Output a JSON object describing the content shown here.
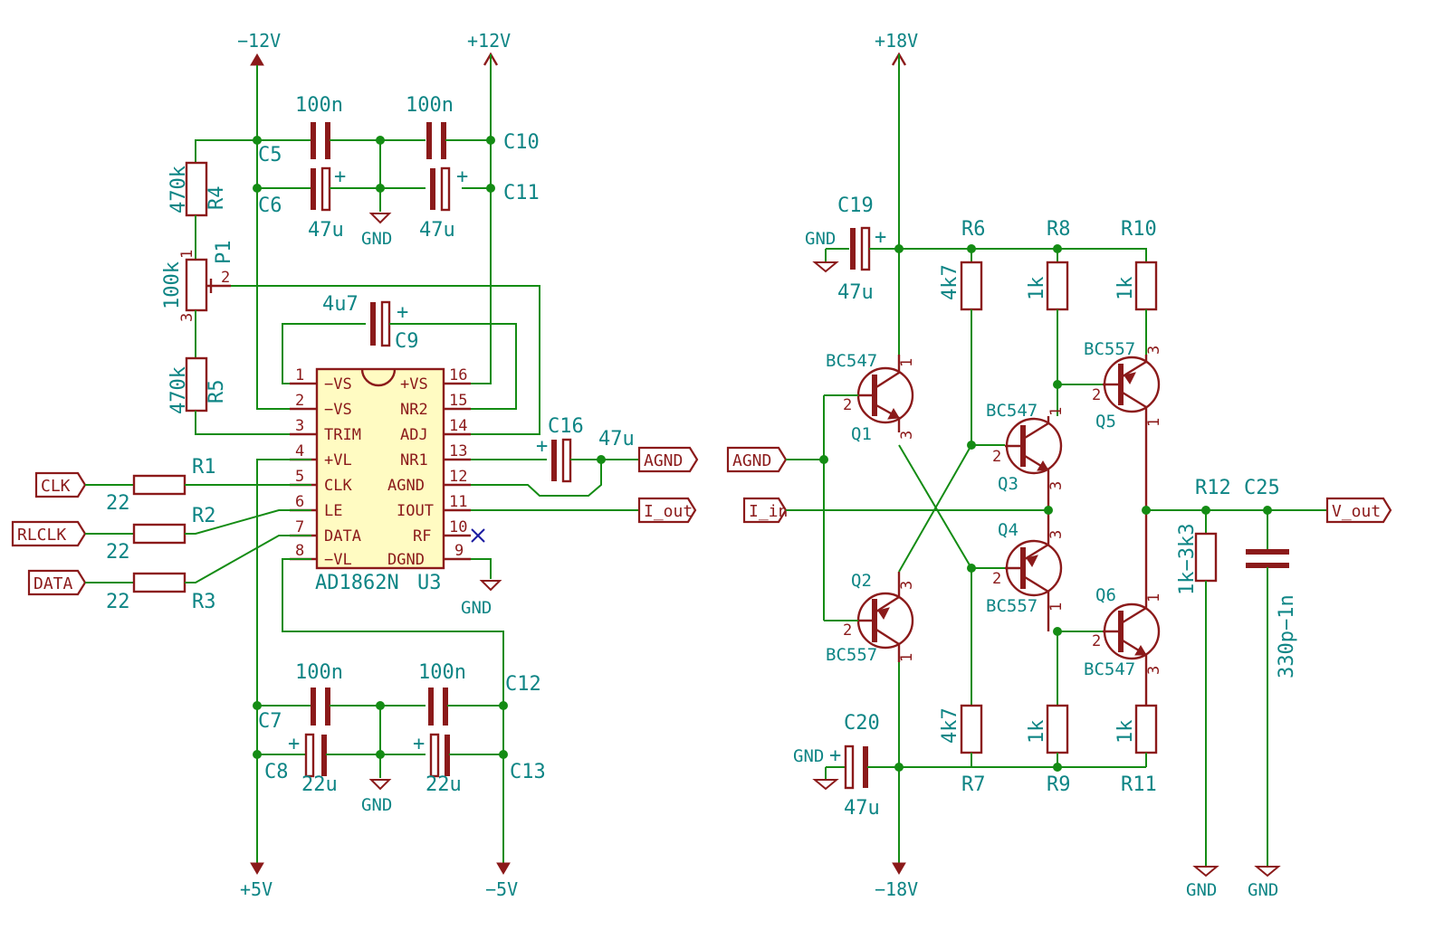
{
  "colors": {
    "wire": "#148c14",
    "body": "#8b1a1a",
    "text": "#0e8585",
    "ic_fill": "#fffbc2",
    "nc_mark": "#1a1aa0"
  },
  "rails": {
    "neg12": "−12V",
    "pos12": "+12V",
    "pos5": "+5V",
    "neg5": "−5V",
    "pos18": "+18V",
    "neg18": "−18V",
    "gnd": "GND"
  },
  "ic": {
    "name": "AD1862N",
    "ref": "U3",
    "left_pins": [
      {
        "num": "1",
        "name": "−VS"
      },
      {
        "num": "2",
        "name": "−VS"
      },
      {
        "num": "3",
        "name": "TRIM"
      },
      {
        "num": "4",
        "name": "+VL"
      },
      {
        "num": "5",
        "name": "CLK"
      },
      {
        "num": "6",
        "name": "LE"
      },
      {
        "num": "7",
        "name": "DATA"
      },
      {
        "num": "8",
        "name": "−VL"
      }
    ],
    "right_pins": [
      {
        "num": "16",
        "name": "+VS"
      },
      {
        "num": "15",
        "name": "NR2"
      },
      {
        "num": "14",
        "name": "ADJ"
      },
      {
        "num": "13",
        "name": "NR1"
      },
      {
        "num": "12",
        "name": "AGND"
      },
      {
        "num": "11",
        "name": "IOUT"
      },
      {
        "num": "10",
        "name": "RF"
      },
      {
        "num": "9",
        "name": "DGND"
      }
    ]
  },
  "capacitors": {
    "C5": {
      "ref": "C5",
      "value": "100n"
    },
    "C6": {
      "ref": "C6",
      "value": "47u"
    },
    "C10": {
      "ref": "C10",
      "value": "100n"
    },
    "C11": {
      "ref": "C11",
      "value": "47u"
    },
    "C7": {
      "ref": "C7",
      "value": "100n"
    },
    "C8": {
      "ref": "C8",
      "value": "22u"
    },
    "C12": {
      "ref": "C12",
      "value": "100n"
    },
    "C13": {
      "ref": "C13",
      "value": "22u"
    },
    "C9": {
      "ref": "C9",
      "value": "4u7"
    },
    "C16": {
      "ref": "C16",
      "value": "47u"
    },
    "C19": {
      "ref": "C19",
      "value": "47u"
    },
    "C20": {
      "ref": "C20",
      "value": "47u"
    },
    "C25": {
      "ref": "C25",
      "value": "330p−1n"
    }
  },
  "resistors": {
    "R4": {
      "ref": "R4",
      "value": "470k"
    },
    "R5": {
      "ref": "R5",
      "value": "470k"
    },
    "P1": {
      "ref": "P1",
      "value": "100k",
      "pin1": "1",
      "pin2": "2",
      "pin3": "3"
    },
    "R1": {
      "ref": "R1",
      "value": "22"
    },
    "R2": {
      "ref": "R2",
      "value": "22"
    },
    "R3": {
      "ref": "R3",
      "value": "22"
    },
    "R6": {
      "ref": "R6",
      "value": "4k7"
    },
    "R7": {
      "ref": "R7",
      "value": "4k7"
    },
    "R8": {
      "ref": "R8",
      "value": "1k"
    },
    "R9": {
      "ref": "R9",
      "value": "1k"
    },
    "R10": {
      "ref": "R10",
      "value": "1k"
    },
    "R11": {
      "ref": "R11",
      "value": "1k"
    },
    "R12": {
      "ref": "R12",
      "value": "1k−3k3"
    }
  },
  "transistors": {
    "Q1": {
      "ref": "Q1",
      "type": "BC547"
    },
    "Q2": {
      "ref": "Q2",
      "type": "BC557"
    },
    "Q3": {
      "ref": "Q3",
      "type": "BC547"
    },
    "Q4": {
      "ref": "Q4",
      "type": "BC557"
    },
    "Q5": {
      "ref": "Q5",
      "type": "BC557"
    },
    "Q6": {
      "ref": "Q6",
      "type": "BC547"
    }
  },
  "labels": {
    "clk": "CLK",
    "rlclk": "RLCLK",
    "data": "DATA",
    "agnd_out": "AGND",
    "i_out": "I_out",
    "agnd_in": "AGND",
    "i_in": "I_in",
    "v_out": "V_out"
  },
  "pin_nums": {
    "one": "1",
    "two": "2",
    "three": "3"
  },
  "polarity": "+"
}
